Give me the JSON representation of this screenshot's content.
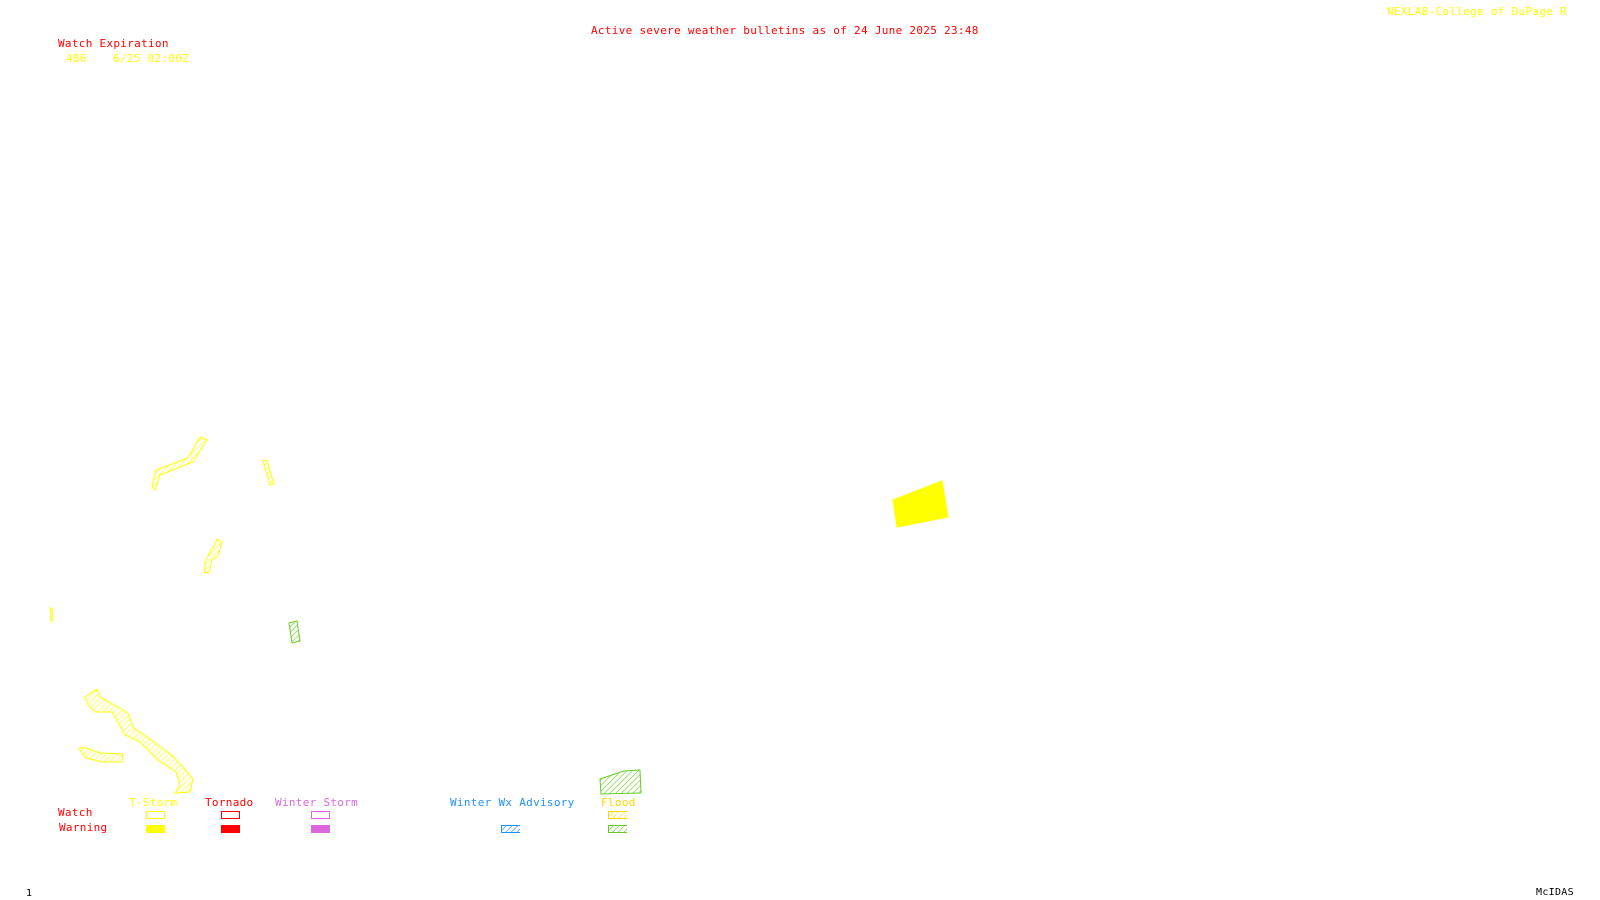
{
  "header": {
    "bulletin_title": "Active severe weather bulletins as of 24 June 2025 23:48",
    "credit": "NEXLAB-College of DuPage R"
  },
  "watch_table": {
    "heading": "Watch Expiration",
    "rows": [
      {
        "watch_number": "486",
        "expiration": "6/25 02:00Z"
      }
    ]
  },
  "legend": {
    "row_labels": {
      "watch": "Watch",
      "warning": "Warning"
    },
    "categories": [
      {
        "id": "t-storm",
        "label": "T-Storm",
        "color": "#ffff00",
        "watch_style": "outline",
        "warning_style": "solid"
      },
      {
        "id": "tornado",
        "label": "Tornado",
        "color": "#ff0000",
        "watch_style": "outline",
        "warning_style": "solid"
      },
      {
        "id": "winter-storm",
        "label": "Winter Storm",
        "color": "#dd66dd",
        "watch_style": "outline",
        "warning_style": "solid"
      },
      {
        "id": "winter-wx-advisory",
        "label": "Winter Wx Advisory",
        "color": "#1e90ff",
        "watch_style": "none",
        "warning_style": "hatched"
      },
      {
        "id": "flood",
        "label": "Flood",
        "color": "#ffd700",
        "watch_style": "hatched",
        "warning_style": "hatched",
        "warning_color": "#66cc22"
      }
    ]
  },
  "footer": {
    "frame_number": "1",
    "software": "McIDAS"
  },
  "colors": {
    "title_red": "#ff0000",
    "credit_yellow": "#ffff00",
    "warning_yellow": "#ffff00",
    "flood_green": "#66cc22",
    "text_black": "#000000"
  },
  "alerts": [
    {
      "type": "T-Storm Warning",
      "style": "hatched",
      "color": "#ffff00"
    },
    {
      "type": "T-Storm Warning",
      "style": "hatched",
      "color": "#ffff00"
    },
    {
      "type": "T-Storm Warning",
      "style": "hatched",
      "color": "#ffff00"
    },
    {
      "type": "T-Storm Warning",
      "style": "hatched",
      "color": "#ffff00"
    },
    {
      "type": "T-Storm Warning",
      "style": "hatched",
      "color": "#ffff00"
    },
    {
      "type": "T-Storm Warning",
      "style": "hatched",
      "color": "#ffff00"
    },
    {
      "type": "T-Storm Warning",
      "style": "hatched",
      "color": "#ffff00"
    },
    {
      "type": "Flood Warning",
      "style": "hatched",
      "color": "#66cc22"
    },
    {
      "type": "Flood Warning",
      "style": "hatched",
      "color": "#66cc22"
    },
    {
      "type": "T-Storm Warning",
      "style": "solid",
      "color": "#ffff00"
    }
  ]
}
